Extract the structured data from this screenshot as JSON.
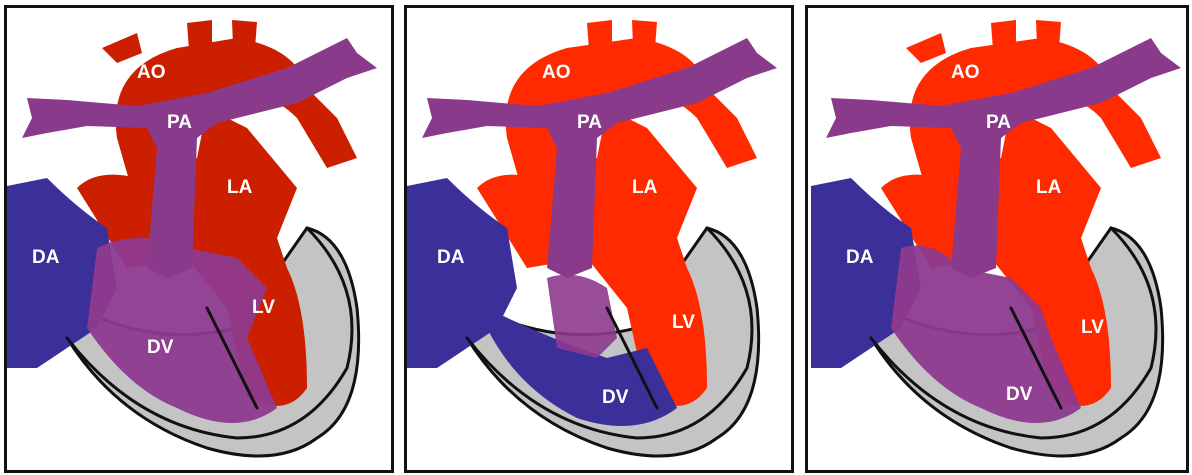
{
  "colors": {
    "oxygenated": "#ff2a00",
    "oxygenated_dark": "#cc1f00",
    "deoxygenated": "#3b2f9a",
    "mixed": "#8e3a8e",
    "pulmonary": "#8a3a8a",
    "pericardium": "#c4c4c4",
    "outline": "#111111"
  },
  "panels": [
    {
      "labels": {
        "ao": "AO",
        "pa": "PA",
        "la": "LA",
        "da": "DA",
        "lv": "LV",
        "dv": "DV"
      },
      "icons": {
        "heart": "heart-diagram-icon"
      }
    },
    {
      "labels": {
        "ao": "AO",
        "pa": "PA",
        "la": "LA",
        "da": "DA",
        "lv": "LV",
        "dv": "DV"
      },
      "icons": {
        "heart": "heart-diagram-icon"
      }
    },
    {
      "labels": {
        "ao": "AO",
        "pa": "PA",
        "la": "LA",
        "da": "DA",
        "lv": "LV",
        "dv": "DV"
      },
      "icons": {
        "heart": "heart-diagram-icon"
      }
    }
  ]
}
